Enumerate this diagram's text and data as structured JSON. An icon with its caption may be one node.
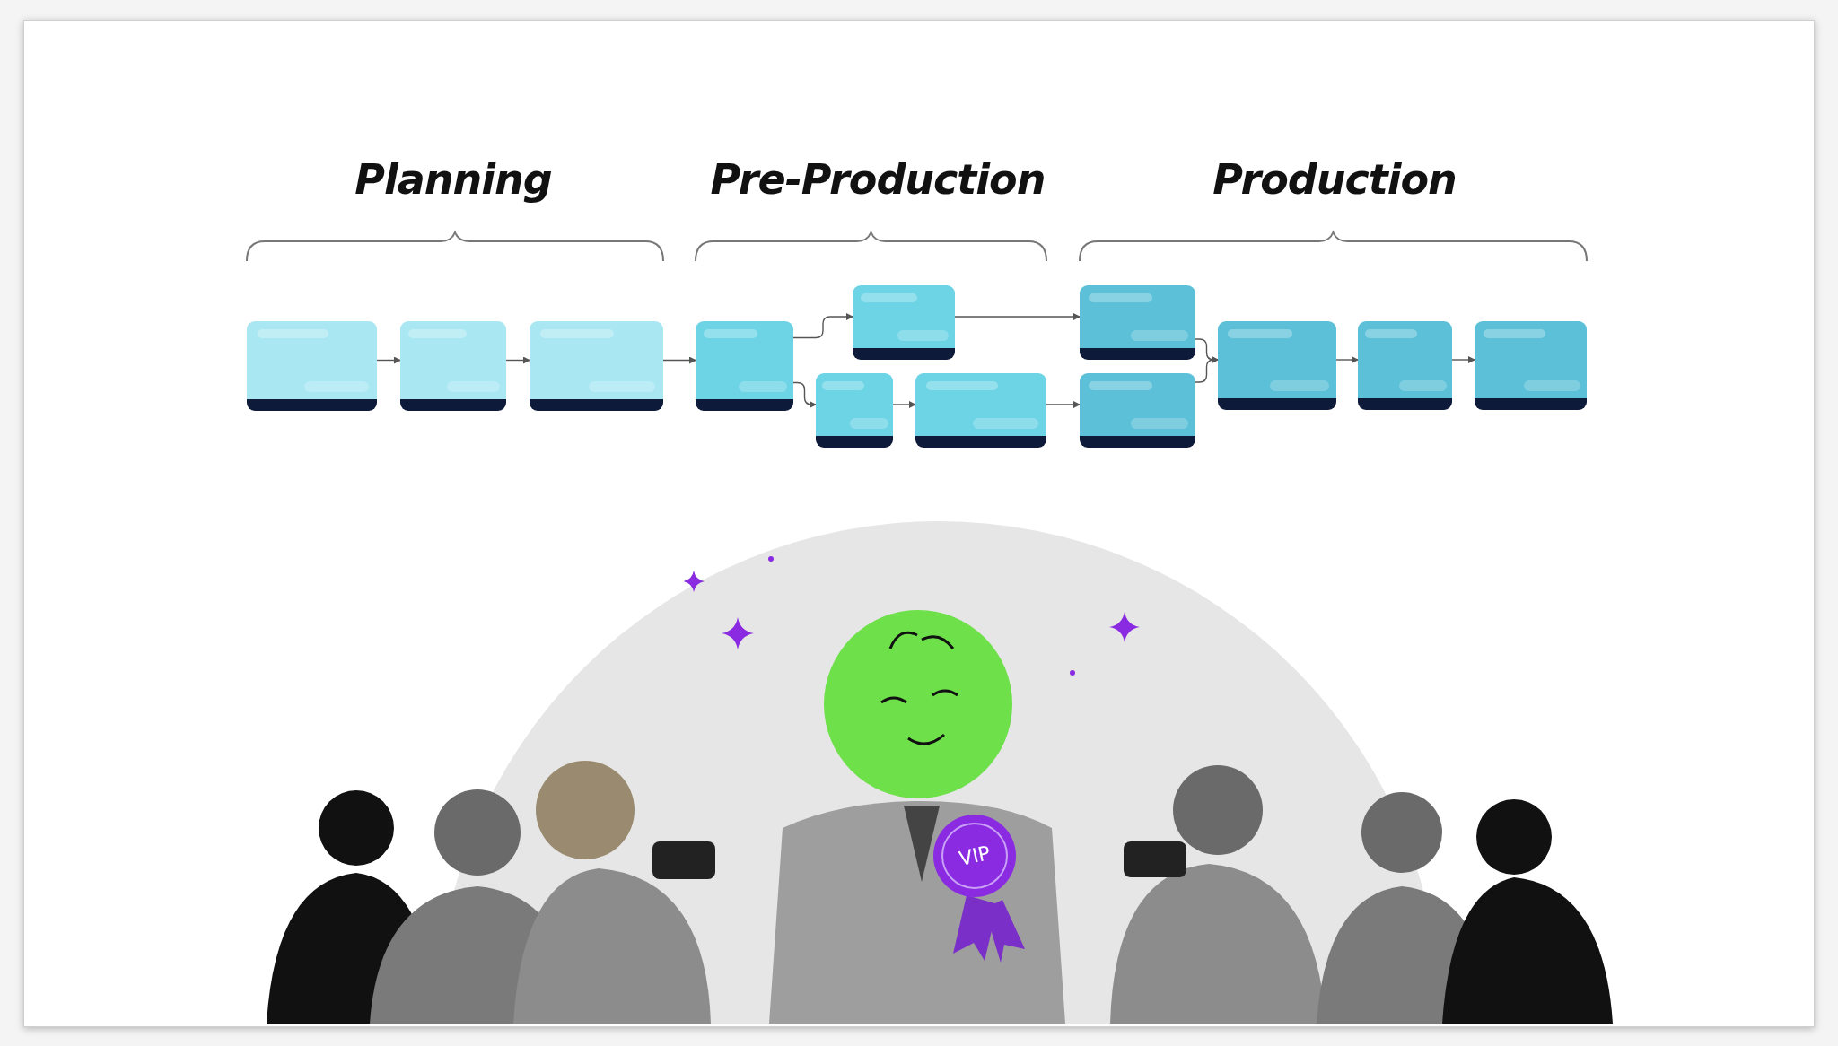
{
  "diagram": {
    "nodes": [
      {
        "text": [],
        "shape": "box"
      },
      {
        "text": [],
        "shape": "box"
      },
      {
        "text": [],
        "shape": "box"
      },
      {
        "text": [],
        "shape": "box"
      },
      {
        "text": [],
        "shape": "box"
      },
      {
        "text": [],
        "shape": "box"
      },
      {
        "text": [],
        "shape": "box"
      },
      {
        "text": [],
        "shape": "box"
      },
      {
        "text": [],
        "shape": "box"
      },
      {
        "text": [],
        "shape": "box"
      },
      {
        "text": [],
        "shape": "box"
      },
      {
        "text": [],
        "shape": "box"
      }
    ],
    "edges": [
      {
        "from": 0,
        "to": 1,
        "arrow": "to"
      },
      {
        "from": 1,
        "to": 2,
        "arrow": "to"
      },
      {
        "from": 2,
        "to": 3,
        "arrow": "to"
      },
      {
        "from": 3,
        "to": 4,
        "arrow": "to"
      },
      {
        "from": 3,
        "to": 5,
        "arrow": "to"
      },
      {
        "from": 5,
        "to": 6,
        "arrow": "to"
      },
      {
        "from": 4,
        "to": 7,
        "arrow": "to"
      },
      {
        "from": 6,
        "to": 8,
        "arrow": "to"
      },
      {
        "from": 7,
        "to": 9,
        "arrow": "to"
      },
      {
        "from": 8,
        "to": 9,
        "arrow": "to"
      },
      {
        "from": 9,
        "to": 10,
        "arrow": "to"
      },
      {
        "from": 10,
        "to": 11,
        "arrow": "to"
      }
    ],
    "labels": [
      "Planning",
      "Pre-Production",
      "Production",
      "VIP"
    ]
  }
}
